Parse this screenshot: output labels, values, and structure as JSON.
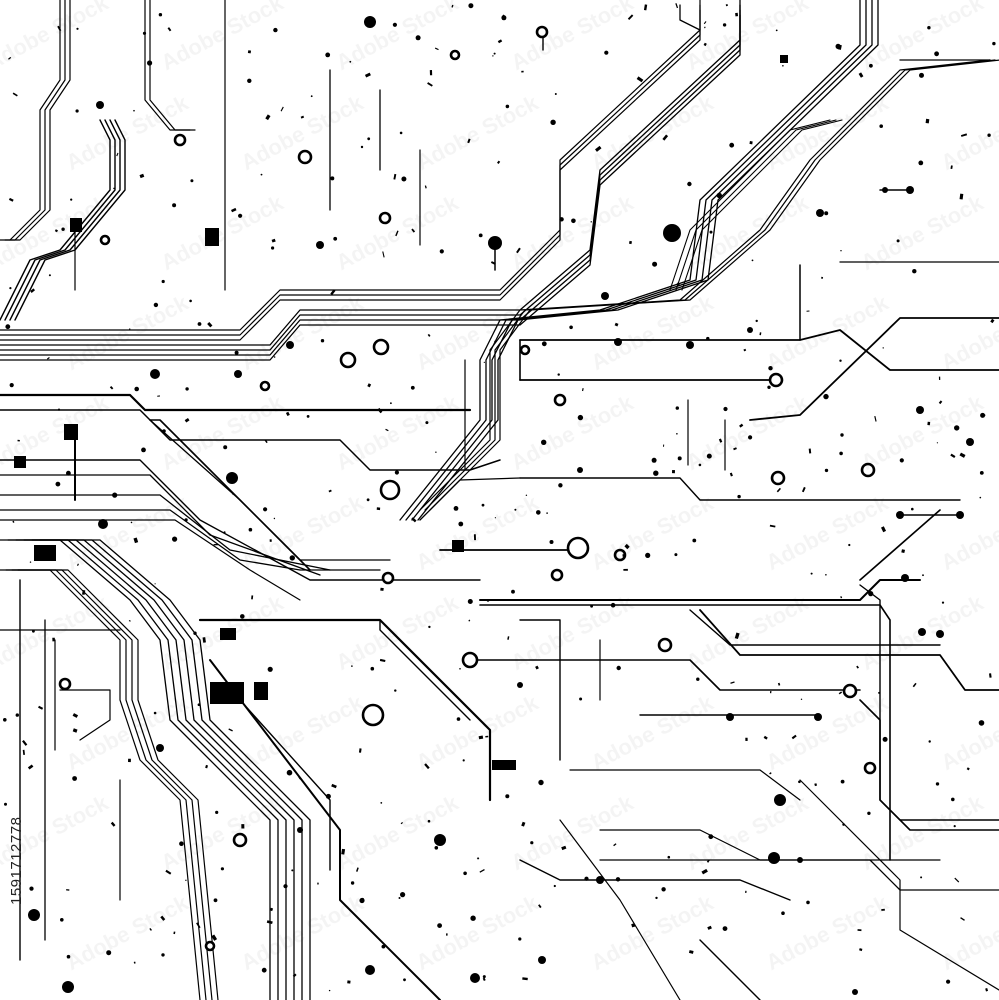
{
  "image": {
    "kind": "circuit board line-art illustration",
    "colors": {
      "background": "#ffffff",
      "ink": "#000000"
    }
  },
  "watermark": {
    "stock_id_text": "1591712778",
    "tiled_text": "Adobe Stock"
  }
}
